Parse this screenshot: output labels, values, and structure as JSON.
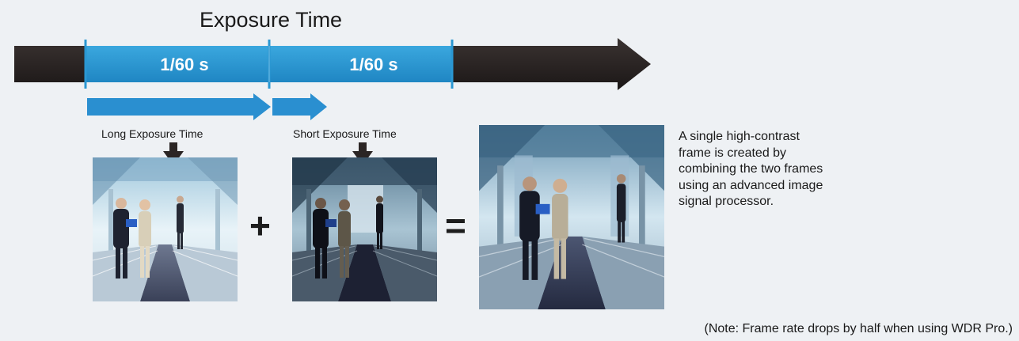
{
  "diagram": {
    "title": "Exposure Time",
    "segments": [
      {
        "label": "1/60 s"
      },
      {
        "label": "1/60 s"
      }
    ],
    "captions": {
      "long": "Long Exposure Time",
      "short": "Short  Exposure Time"
    },
    "operators": {
      "plus": "+",
      "equals": "="
    },
    "description_lines": [
      "A single high-contrast",
      "frame is created by",
      "combining the two frames",
      "using an advanced image",
      "signal processor."
    ],
    "note": "(Note: Frame rate drops by half when using WDR Pro.)",
    "colors": {
      "timeline_dark": "#2b2524",
      "segment_blue": "#2a97d2",
      "exposure_arrow_blue": "#2a8fd0",
      "background": "#eef1f4"
    }
  }
}
